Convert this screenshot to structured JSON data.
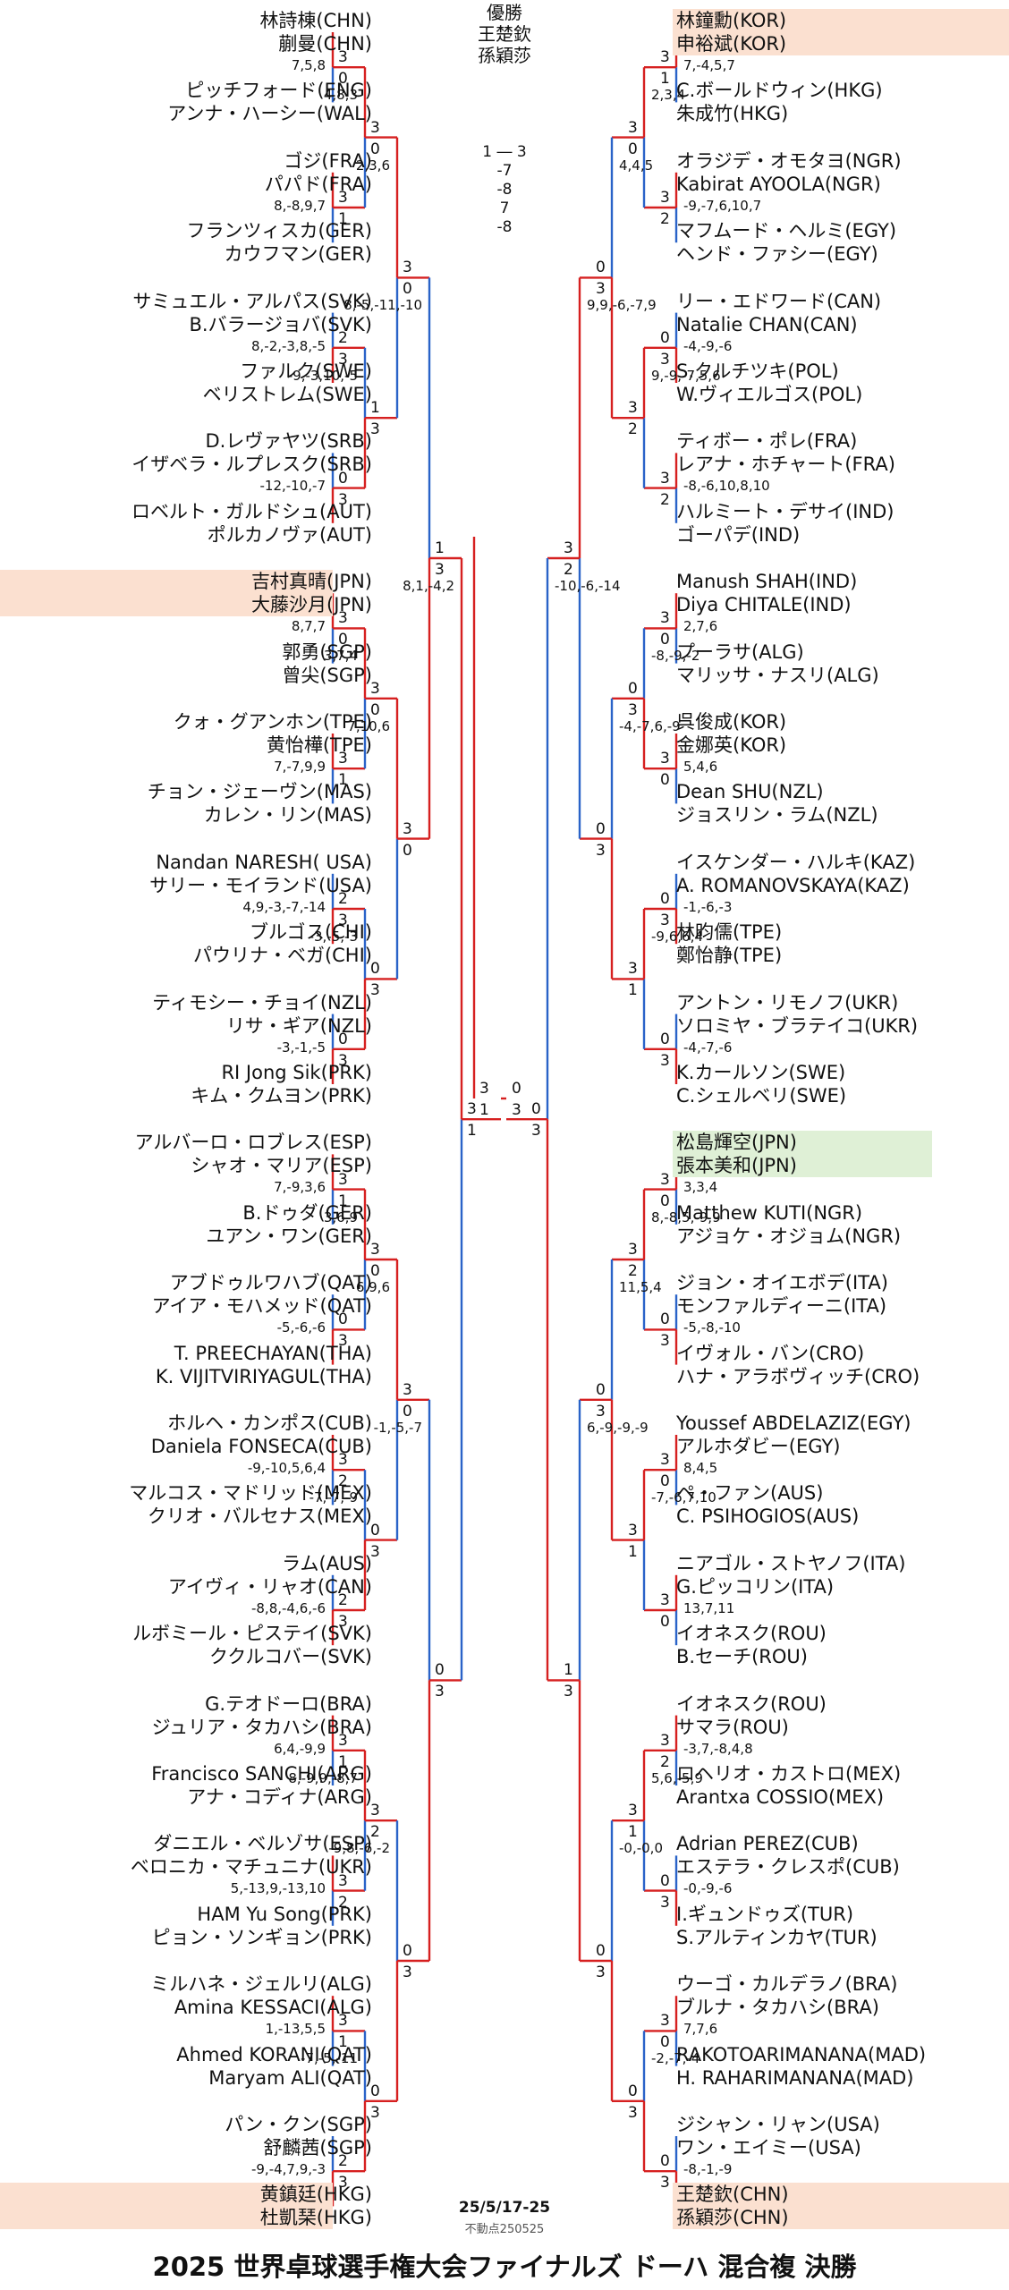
{
  "title": "2025 世界卓球選手権大会ファイナルズ ドーハ 混合複 決勝",
  "date": "25/5/17-25",
  "stamp": "不動点250525",
  "center": {
    "label": "優勝",
    "winner1": "王楚欽",
    "winner2": "孫穎莎",
    "final_scores": [
      "1 ― 3",
      "-7",
      "-8",
      "7",
      "-8"
    ],
    "final_games_left": [
      "3",
      "1"
    ],
    "final_games_right": [
      "0",
      "3"
    ]
  },
  "colors": {
    "winner_line": "#d62020",
    "loser_line": "#2a63c8",
    "champion_bg": "#fbe0d0",
    "runner_up_bg": "#dff0d6"
  },
  "left": {
    "pairs": [
      [
        "林詩棟(CHN)",
        "蒯曼(CHN)"
      ],
      [
        "ピッチフォード(ENG)",
        "アンナ・ハーシー(WAL)"
      ],
      [
        "ゴジ(FRA)",
        "パパド(FRA)"
      ],
      [
        "フランツィスカ(GER)",
        "カウフマン(GER)"
      ],
      [
        "サミュエル・アルパス(SVK)",
        "B.バラージョバ(SVK)"
      ],
      [
        "ファルク(SWE)",
        "ベリストレム(SWE)"
      ],
      [
        "D.レヴァヤツ(SRB)",
        "イザベラ・ルプレスク(SRB)"
      ],
      [
        "ロベルト・ガルドシュ(AUT)",
        "ポルカノヴァ(AUT)"
      ],
      [
        "吉村真晴(JPN)",
        "大藤沙月(JPN)"
      ],
      [
        "郭勇(SGP)",
        "曾尖(SGP)"
      ],
      [
        "クォ・グアンホン(TPE)",
        "黄怡樺(TPE)"
      ],
      [
        "チョン・ジェーヴン(MAS)",
        "カレン・リン(MAS)"
      ],
      [
        "Nandan NARESH( USA)",
        "サリー・モイランド(USA)"
      ],
      [
        "ブルゴス(CHI)",
        "パウリナ・ベガ(CHI)"
      ],
      [
        "ティモシー・チョイ(NZL)",
        "リサ・ギア(NZL)"
      ],
      [
        "RI Jong Sik(PRK)",
        "キム・クムヨン(PRK)"
      ],
      [
        "アルバーロ・ロブレス(ESP)",
        "シャオ・マリア(ESP)"
      ],
      [
        "B.ドゥダ(GER)",
        "ユアン・ワン(GER)"
      ],
      [
        "アブドゥルワハブ(QAT)",
        "アイア・モハメッド(QAT)"
      ],
      [
        "T. PREECHAYAN(THA)",
        "K. VIJITVIRIYAGUL(THA)"
      ],
      [
        "ホルヘ・カンポス(CUB)",
        "Daniela FONSECA(CUB)"
      ],
      [
        "マルコス・マドリッド(MEX)",
        "クリオ・バルセナス(MEX)"
      ],
      [
        "ラム(AUS)",
        "アイヴィ・リャオ(CAN)"
      ],
      [
        "ルボミール・ピステイ(SVK)",
        "ククルコバー(SVK)"
      ],
      [
        "G.テオドーロ(BRA)",
        "ジュリア・タカハシ(BRA)"
      ],
      [
        "Francisco SANCHI(ARG)",
        "アナ・コディナ(ARG)"
      ],
      [
        "ダニエル・ベルゾサ(ESP)",
        "ベロニカ・マチュニナ(UKR)"
      ],
      [
        "HAM Yu Song(PRK)",
        "ピョン・ソンギョン(PRK)"
      ],
      [
        "ミルハネ・ジェルリ(ALG)",
        "Amina KESSACI(ALG)"
      ],
      [
        "Ahmed KORANI(QAT)",
        "Maryam ALI(QAT)"
      ],
      [
        "パン・クン(SGP)",
        "舒麟茜(SGP)"
      ],
      [
        "黄鎮廷(HKG)",
        "杜凱琹(HKG)"
      ]
    ],
    "r1_scores": [
      "7,5,8",
      "8,-8,9,7",
      "8,-2,-3,8,-5",
      "-12,-10,-7",
      "8,7,7",
      "7,-7,9,9",
      "4,9,-3,-7,-14",
      "-3,-1,-5",
      "7,-9,3,6",
      "-5,-6,-6",
      "-9,-10,5,6,4",
      "-8,8,-4,6,-6",
      "6,4,-9,9",
      "5,-13,9,-13,10",
      "1,-13,5,5",
      "-9,-4,7,9,-3"
    ],
    "r2_scores": [
      "4,8,3",
      "-9,-3,10,-5",
      "3,7,4",
      "-3,-5,-3",
      "3,6,9",
      "-7,-7,-9",
      "8,-9,9,-8,7",
      "-7,-5,-11"
    ],
    "r3_scores": [
      "2,3,6",
      "7,10,6",
      "6,9,6",
      "-9,8,-6,-2"
    ],
    "r4_scores": [
      "8,-5,-11,-10",
      "-1,-5,-7"
    ],
    "r5_scores": [
      "8,1,-4,2"
    ],
    "r1_games": [
      [
        "3",
        "0"
      ],
      [
        "3",
        "1"
      ],
      [
        "2",
        "3"
      ],
      [
        "0",
        "3"
      ],
      [
        "3",
        "0"
      ],
      [
        "3",
        "1"
      ],
      [
        "2",
        "3"
      ],
      [
        "0",
        "3"
      ],
      [
        "3",
        "1"
      ],
      [
        "0",
        "3"
      ],
      [
        "3",
        "2"
      ],
      [
        "2",
        "3"
      ],
      [
        "3",
        "1"
      ],
      [
        "3",
        "2"
      ],
      [
        "3",
        "1"
      ],
      [
        "2",
        "3"
      ]
    ],
    "r2_games": [
      [
        "3",
        "0"
      ],
      [
        "1",
        "3"
      ],
      [
        "3",
        "0"
      ],
      [
        "0",
        "3"
      ],
      [
        "3",
        "0"
      ],
      [
        "0",
        "3"
      ],
      [
        "3",
        "2"
      ],
      [
        "0",
        "3"
      ]
    ],
    "r3_games": [
      [
        "3",
        "0"
      ],
      [
        "3",
        "0"
      ],
      [
        "3",
        "0"
      ],
      [
        "0",
        "3"
      ]
    ],
    "r4_games": [
      [
        "1",
        "3"
      ],
      [
        "0",
        "3"
      ]
    ],
    "r5_games": [
      [
        "3",
        "1"
      ]
    ]
  },
  "right": {
    "pairs": [
      [
        "林鐘勳(KOR)",
        "申裕斌(KOR)"
      ],
      [
        "C.ボールドウィン(HKG)",
        "朱成竹(HKG)"
      ],
      [
        "オラジデ・オモタヨ(NGR)",
        "Kabirat AYOOLA(NGR)"
      ],
      [
        "マフムード・ヘルミ(EGY)",
        "ヘンド・ファシー(EGY)"
      ],
      [
        "リー・エドワード(CAN)",
        "Natalie CHAN(CAN)"
      ],
      [
        "S.クルチツキ(POL)",
        "W.ヴィエルゴス(POL)"
      ],
      [
        "ティボー・ポレ(FRA)",
        "レアナ・ホチャート(FRA)"
      ],
      [
        "ハルミート・デサイ(IND)",
        "ゴーパデ(IND)"
      ],
      [
        "Manush SHAH(IND)",
        "Diya CHITALE(IND)"
      ],
      [
        "プーラサ(ALG)",
        "マリッサ・ナスリ(ALG)"
      ],
      [
        "呉俊成(KOR)",
        "金娜英(KOR)"
      ],
      [
        "Dean SHU(NZL)",
        "ジョスリン・ラム(NZL)"
      ],
      [
        "イスケンダー・ハルキ(KAZ)",
        "A. ROMANOVSKAYA(KAZ)"
      ],
      [
        "林昀儒(TPE)",
        "鄭怡静(TPE)"
      ],
      [
        "アントン・リモノフ(UKR)",
        "ソロミヤ・ブラテイコ(UKR)"
      ],
      [
        "K.カールソン(SWE)",
        "C.シェルベリ(SWE)"
      ],
      [
        "松島輝空(JPN)",
        "張本美和(JPN)"
      ],
      [
        "Matthew KUTI(NGR)",
        "アジョケ・オジョム(NGR)"
      ],
      [
        "ジョン・オイエボデ(ITA)",
        "モンファルディーニ(ITA)"
      ],
      [
        "イヴォル・バン(CRO)",
        "ハナ・アラボヴィッチ(CRO)"
      ],
      [
        "Youssef ABDELAZIZ(EGY)",
        "アルホダビー(EGY)"
      ],
      [
        "ペ・ファン(AUS)",
        "C. PSIHOGIOS(AUS)"
      ],
      [
        "ニアゴル・ストヤノフ(ITA)",
        "G.ピッコリン(ITA)"
      ],
      [
        "イオネスク(ROU)",
        "B.セーチ(ROU)"
      ],
      [
        "イオネスク(ROU)",
        "サマラ(ROU)"
      ],
      [
        "ロヘリオ・カストロ(MEX)",
        "Arantxa COSSIO(MEX)"
      ],
      [
        "Adrian PEREZ(CUB)",
        "エステラ・クレスポ(CUB)"
      ],
      [
        "I.ギュンドゥズ(TUR)",
        "S.アルティンカヤ(TUR)"
      ],
      [
        "ウーゴ・カルデラノ(BRA)",
        "ブルナ・タカハシ(BRA)"
      ],
      [
        "RAKOTOARIMANANA(MAD)",
        "H. RAHARIMANANA(MAD)"
      ],
      [
        "ジシャン・リャン(USA)",
        "ワン・エイミー(USA)"
      ],
      [
        "王楚欽(CHN)",
        "孫穎莎(CHN)"
      ]
    ],
    "r1_scores": [
      "7,-4,5,7",
      "-9,-7,6,10,7",
      "-4,-9,-6",
      "-8,-6,10,8,10",
      "2,7,6",
      "5,4,6",
      "-1,-6,-3",
      "-4,-7,-6",
      "3,3,4",
      "-5,-8,-10",
      "8,4,5",
      "13,7,11",
      "-3,7,-8,4,8",
      "-0,-9,-6",
      "7,7,6",
      "-8,-1,-9"
    ],
    "r2_scores": [
      "2,3,4",
      "9,-9,-7,5,6",
      "-8,-9,-2",
      "-9,6,6,4",
      "8,-8,5,-9,9",
      "-7,-6,7,10",
      "5,6,-5,9",
      "-2,-7,-4"
    ],
    "r3_scores": [
      "4,4,5",
      "-4,-7,6,-9",
      "11,5,4",
      "-0,-0,0"
    ],
    "r4_scores": [
      "9,9,-6,-7,9",
      "6,-9,-9,-9"
    ],
    "r5_scores": [
      "-10,-6,-14"
    ],
    "r1_games": [
      [
        "3",
        "1"
      ],
      [
        "3",
        "2"
      ],
      [
        "0",
        "3"
      ],
      [
        "3",
        "2"
      ],
      [
        "3",
        "0"
      ],
      [
        "3",
        "0"
      ],
      [
        "0",
        "3"
      ],
      [
        "0",
        "3"
      ],
      [
        "3",
        "0"
      ],
      [
        "0",
        "3"
      ],
      [
        "3",
        "0"
      ],
      [
        "3",
        "0"
      ],
      [
        "3",
        "2"
      ],
      [
        "0",
        "3"
      ],
      [
        "3",
        "0"
      ],
      [
        "0",
        "3"
      ]
    ],
    "r2_games": [
      [
        "3",
        "0"
      ],
      [
        "3",
        "2"
      ],
      [
        "0",
        "3"
      ],
      [
        "3",
        "1"
      ],
      [
        "3",
        "2"
      ],
      [
        "3",
        "1"
      ],
      [
        "3",
        "1"
      ],
      [
        "0",
        "3"
      ]
    ],
    "r3_games": [
      [
        "0",
        "3"
      ],
      [
        "0",
        "3"
      ],
      [
        "0",
        "3"
      ],
      [
        "0",
        "3"
      ]
    ],
    "r4_games": [
      [
        "3",
        "2"
      ],
      [
        "1",
        "3"
      ]
    ],
    "r5_games": [
      [
        "0",
        "3"
      ]
    ]
  }
}
